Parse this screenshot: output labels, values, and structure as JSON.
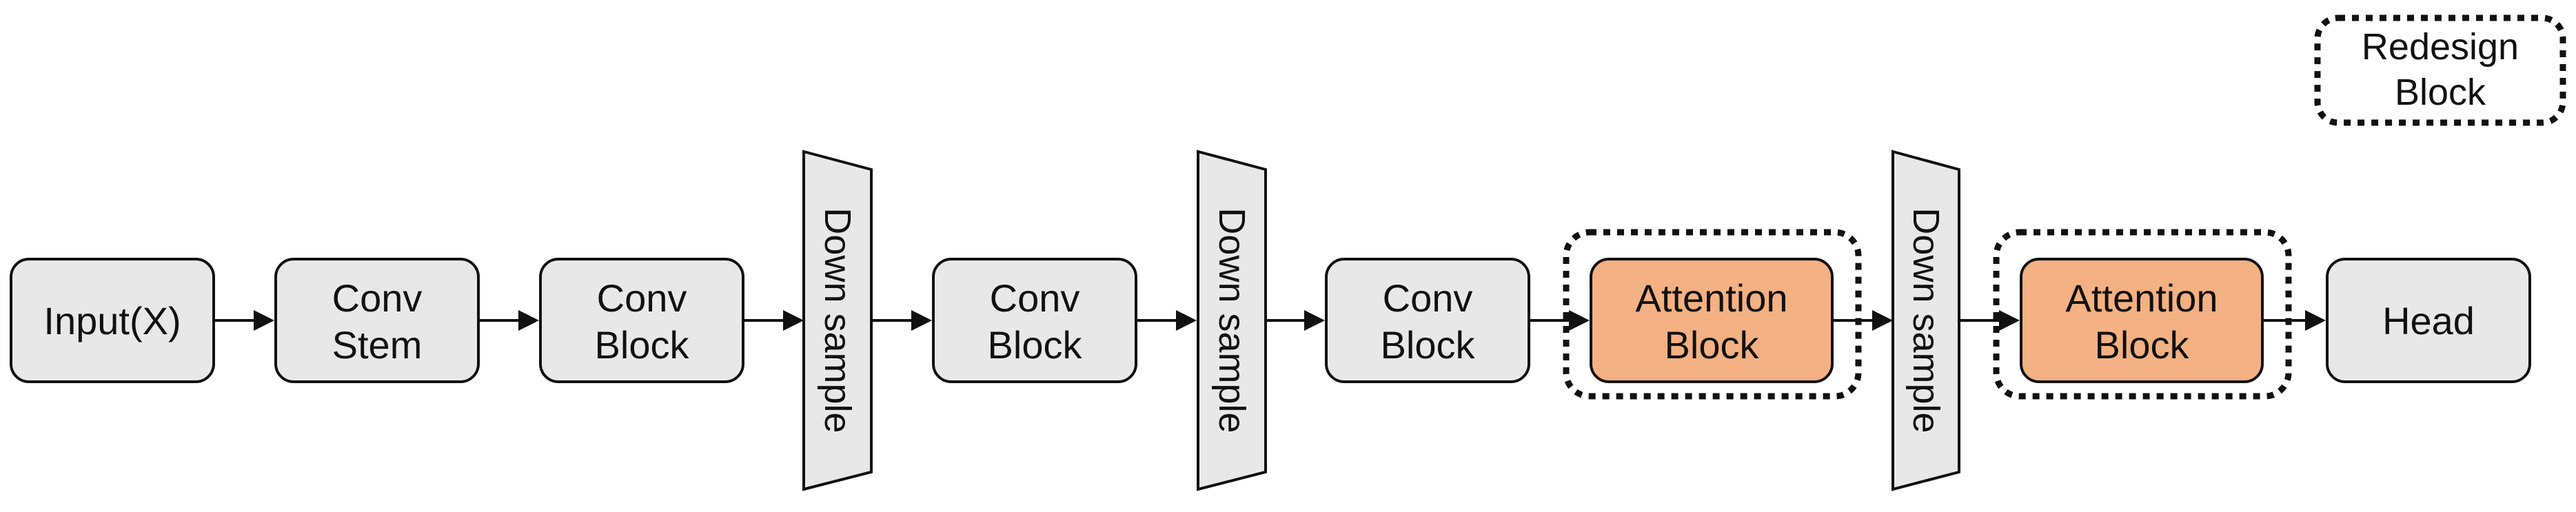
{
  "diagram": {
    "nodes": {
      "input": {
        "label": "Input(X)"
      },
      "conv_stem": {
        "line1": "Conv",
        "line2": "Stem"
      },
      "conv_block_1": {
        "line1": "Conv",
        "line2": "Block"
      },
      "down_sample_1": {
        "label": "Down sample"
      },
      "conv_block_2": {
        "line1": "Conv",
        "line2": "Block"
      },
      "down_sample_2": {
        "label": "Down sample"
      },
      "conv_block_3": {
        "line1": "Conv",
        "line2": "Block"
      },
      "attention_block_1": {
        "line1": "Attention",
        "line2": "Block"
      },
      "down_sample_3": {
        "label": "Down sample"
      },
      "attention_block_2": {
        "line1": "Attention",
        "line2": "Block"
      },
      "head": {
        "label": "Head"
      }
    },
    "legend": {
      "line1": "Redesign",
      "line2": "Block"
    }
  },
  "colors": {
    "block_fill": "#e8e8e8",
    "attention_fill": "#f4b183",
    "stroke": "#111111"
  }
}
